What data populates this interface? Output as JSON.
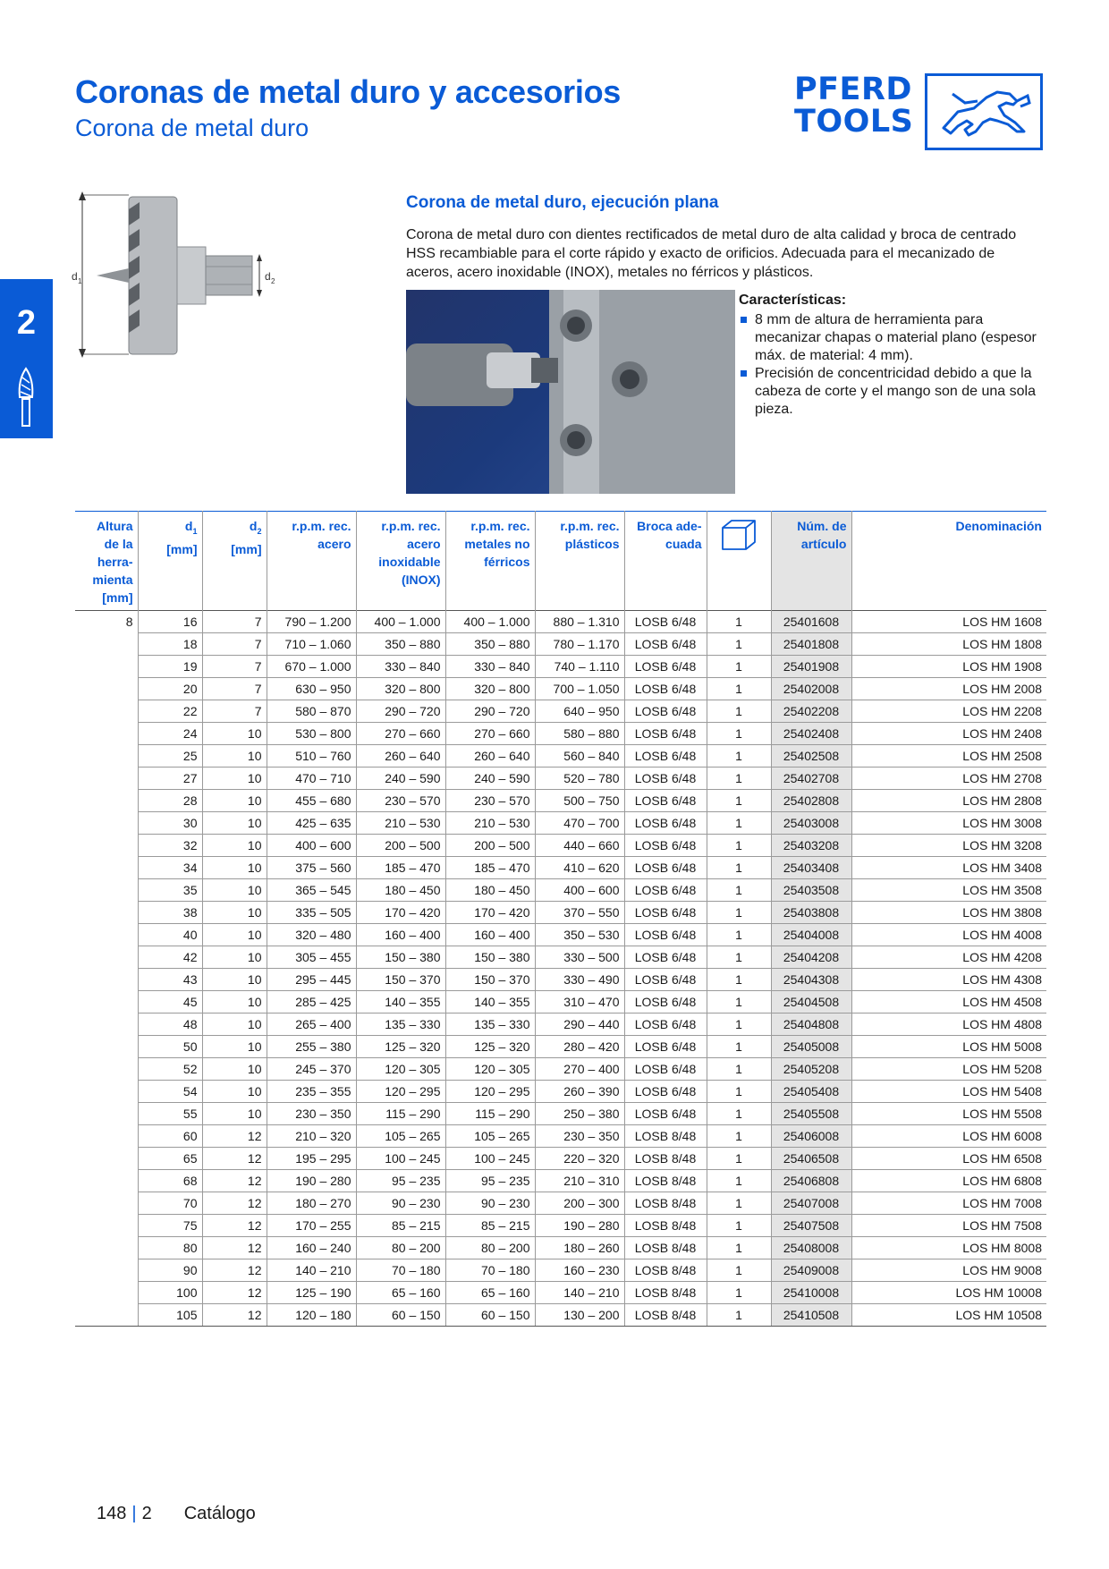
{
  "header": {
    "title": "Coronas de metal duro y accesorios",
    "subtitle": "Corona de metal duro",
    "logo_line1": "PFERD",
    "logo_line2": "TOOLS"
  },
  "side_tab": {
    "chapter": "2",
    "icon": "burr-tool-icon"
  },
  "drawing": {
    "d1_label": "d",
    "d1_sub": "1",
    "d2_label": "d",
    "d2_sub": "2"
  },
  "section": {
    "title": "Corona de metal duro, ejecución plana",
    "description": "Corona de metal duro con dientes rectificados de metal duro de alta calidad y broca de centrado HSS recambiable para el corte rápido y exacto de orificios. Adecuada para el mecanizado de aceros, acero inoxidable (INOX), metales no férricos y plásticos.",
    "features_title": "Características:",
    "features": [
      "8 mm de altura de herramienta para mecanizar chapas o material plano (espesor máx. de material: 4 mm).",
      "Precisión de concentricidad debido a que la cabeza de corte y el mango son de una sola pieza."
    ]
  },
  "table": {
    "headers": {
      "altura": "Altura de la herra- mienta [mm]",
      "d1": "d",
      "d1_sub": "1",
      "d1_unit": "[mm]",
      "d2": "d",
      "d2_sub": "2",
      "d2_unit": "[mm]",
      "rpm_acero": "r.p.m. rec. acero",
      "rpm_inox": "r.p.m. rec. acero inoxidable (INOX)",
      "rpm_metales": "r.p.m. rec. metales no férricos",
      "rpm_plasticos": "r.p.m. rec. plásticos",
      "broca": "Broca ade- cuada",
      "pack_icon": "package-box-icon",
      "articulo": "Núm. de artículo",
      "denominacion": "Denominación"
    },
    "altura_value": "8",
    "rows": [
      [
        "16",
        "7",
        "790 – 1.200",
        "400 – 1.000",
        "400 – 1.000",
        "880 – 1.310",
        "LOSB 6/48",
        "1",
        "25401608",
        "LOS HM 1608"
      ],
      [
        "18",
        "7",
        "710 – 1.060",
        "350 – 880",
        "350 – 880",
        "780 – 1.170",
        "LOSB 6/48",
        "1",
        "25401808",
        "LOS HM 1808"
      ],
      [
        "19",
        "7",
        "670 – 1.000",
        "330 – 840",
        "330 – 840",
        "740 – 1.110",
        "LOSB 6/48",
        "1",
        "25401908",
        "LOS HM 1908"
      ],
      [
        "20",
        "7",
        "630 – 950",
        "320 – 800",
        "320 – 800",
        "700 – 1.050",
        "LOSB 6/48",
        "1",
        "25402008",
        "LOS HM 2008"
      ],
      [
        "22",
        "7",
        "580 – 870",
        "290 – 720",
        "290 – 720",
        "640 – 950",
        "LOSB 6/48",
        "1",
        "25402208",
        "LOS HM 2208"
      ],
      [
        "24",
        "10",
        "530 – 800",
        "270 – 660",
        "270 – 660",
        "580 – 880",
        "LOSB 6/48",
        "1",
        "25402408",
        "LOS HM 2408"
      ],
      [
        "25",
        "10",
        "510 – 760",
        "260 – 640",
        "260 – 640",
        "560 – 840",
        "LOSB 6/48",
        "1",
        "25402508",
        "LOS HM 2508"
      ],
      [
        "27",
        "10",
        "470 – 710",
        "240 – 590",
        "240 – 590",
        "520 – 780",
        "LOSB 6/48",
        "1",
        "25402708",
        "LOS HM 2708"
      ],
      [
        "28",
        "10",
        "455 – 680",
        "230 – 570",
        "230 – 570",
        "500 – 750",
        "LOSB 6/48",
        "1",
        "25402808",
        "LOS HM 2808"
      ],
      [
        "30",
        "10",
        "425 – 635",
        "210 – 530",
        "210 – 530",
        "470 – 700",
        "LOSB 6/48",
        "1",
        "25403008",
        "LOS HM 3008"
      ],
      [
        "32",
        "10",
        "400 – 600",
        "200 – 500",
        "200 – 500",
        "440 – 660",
        "LOSB 6/48",
        "1",
        "25403208",
        "LOS HM 3208"
      ],
      [
        "34",
        "10",
        "375 – 560",
        "185 – 470",
        "185 – 470",
        "410 – 620",
        "LOSB 6/48",
        "1",
        "25403408",
        "LOS HM 3408"
      ],
      [
        "35",
        "10",
        "365 – 545",
        "180 – 450",
        "180 – 450",
        "400 – 600",
        "LOSB 6/48",
        "1",
        "25403508",
        "LOS HM 3508"
      ],
      [
        "38",
        "10",
        "335 – 505",
        "170 – 420",
        "170 – 420",
        "370 – 550",
        "LOSB 6/48",
        "1",
        "25403808",
        "LOS HM 3808"
      ],
      [
        "40",
        "10",
        "320 – 480",
        "160 – 400",
        "160 – 400",
        "350 – 530",
        "LOSB 6/48",
        "1",
        "25404008",
        "LOS HM 4008"
      ],
      [
        "42",
        "10",
        "305 – 455",
        "150 – 380",
        "150 – 380",
        "330 – 500",
        "LOSB 6/48",
        "1",
        "25404208",
        "LOS HM 4208"
      ],
      [
        "43",
        "10",
        "295 – 445",
        "150 – 370",
        "150 – 370",
        "330 – 490",
        "LOSB 6/48",
        "1",
        "25404308",
        "LOS HM 4308"
      ],
      [
        "45",
        "10",
        "285 – 425",
        "140 – 355",
        "140 – 355",
        "310 – 470",
        "LOSB 6/48",
        "1",
        "25404508",
        "LOS HM 4508"
      ],
      [
        "48",
        "10",
        "265 – 400",
        "135 – 330",
        "135 – 330",
        "290 – 440",
        "LOSB 6/48",
        "1",
        "25404808",
        "LOS HM 4808"
      ],
      [
        "50",
        "10",
        "255 – 380",
        "125 – 320",
        "125 – 320",
        "280 – 420",
        "LOSB 6/48",
        "1",
        "25405008",
        "LOS HM 5008"
      ],
      [
        "52",
        "10",
        "245 – 370",
        "120 – 305",
        "120 – 305",
        "270 – 400",
        "LOSB 6/48",
        "1",
        "25405208",
        "LOS HM 5208"
      ],
      [
        "54",
        "10",
        "235 – 355",
        "120 – 295",
        "120 – 295",
        "260 – 390",
        "LOSB 6/48",
        "1",
        "25405408",
        "LOS HM 5408"
      ],
      [
        "55",
        "10",
        "230 – 350",
        "115 – 290",
        "115 – 290",
        "250 – 380",
        "LOSB 6/48",
        "1",
        "25405508",
        "LOS HM 5508"
      ],
      [
        "60",
        "12",
        "210 – 320",
        "105 – 265",
        "105 – 265",
        "230 – 350",
        "LOSB 8/48",
        "1",
        "25406008",
        "LOS HM 6008"
      ],
      [
        "65",
        "12",
        "195 – 295",
        "100 – 245",
        "100 – 245",
        "220 – 320",
        "LOSB 8/48",
        "1",
        "25406508",
        "LOS HM 6508"
      ],
      [
        "68",
        "12",
        "190 – 280",
        "95 – 235",
        "95 – 235",
        "210 – 310",
        "LOSB 8/48",
        "1",
        "25406808",
        "LOS HM 6808"
      ],
      [
        "70",
        "12",
        "180 – 270",
        "90 – 230",
        "90 – 230",
        "200 – 300",
        "LOSB 8/48",
        "1",
        "25407008",
        "LOS HM 7008"
      ],
      [
        "75",
        "12",
        "170 – 255",
        "85 – 215",
        "85 – 215",
        "190 – 280",
        "LOSB 8/48",
        "1",
        "25407508",
        "LOS HM 7508"
      ],
      [
        "80",
        "12",
        "160 – 240",
        "80 – 200",
        "80 – 200",
        "180 – 260",
        "LOSB 8/48",
        "1",
        "25408008",
        "LOS HM 8008"
      ],
      [
        "90",
        "12",
        "140 – 210",
        "70 – 180",
        "70 – 180",
        "160 – 230",
        "LOSB 8/48",
        "1",
        "25409008",
        "LOS HM 9008"
      ],
      [
        "100",
        "12",
        "125 – 190",
        "65 – 160",
        "65 – 160",
        "140 – 210",
        "LOSB 8/48",
        "1",
        "25410008",
        "LOS HM 10008"
      ],
      [
        "105",
        "12",
        "120 – 180",
        "60 – 150",
        "60 – 150",
        "130 – 200",
        "LOSB 8/48",
        "1",
        "25410508",
        "LOS HM 10508"
      ]
    ]
  },
  "footer": {
    "page": "148",
    "chapter": "2",
    "label": "Catálogo"
  },
  "colors": {
    "brand_blue": "#0a5bd6",
    "article_shade": "#e4e4e4"
  }
}
